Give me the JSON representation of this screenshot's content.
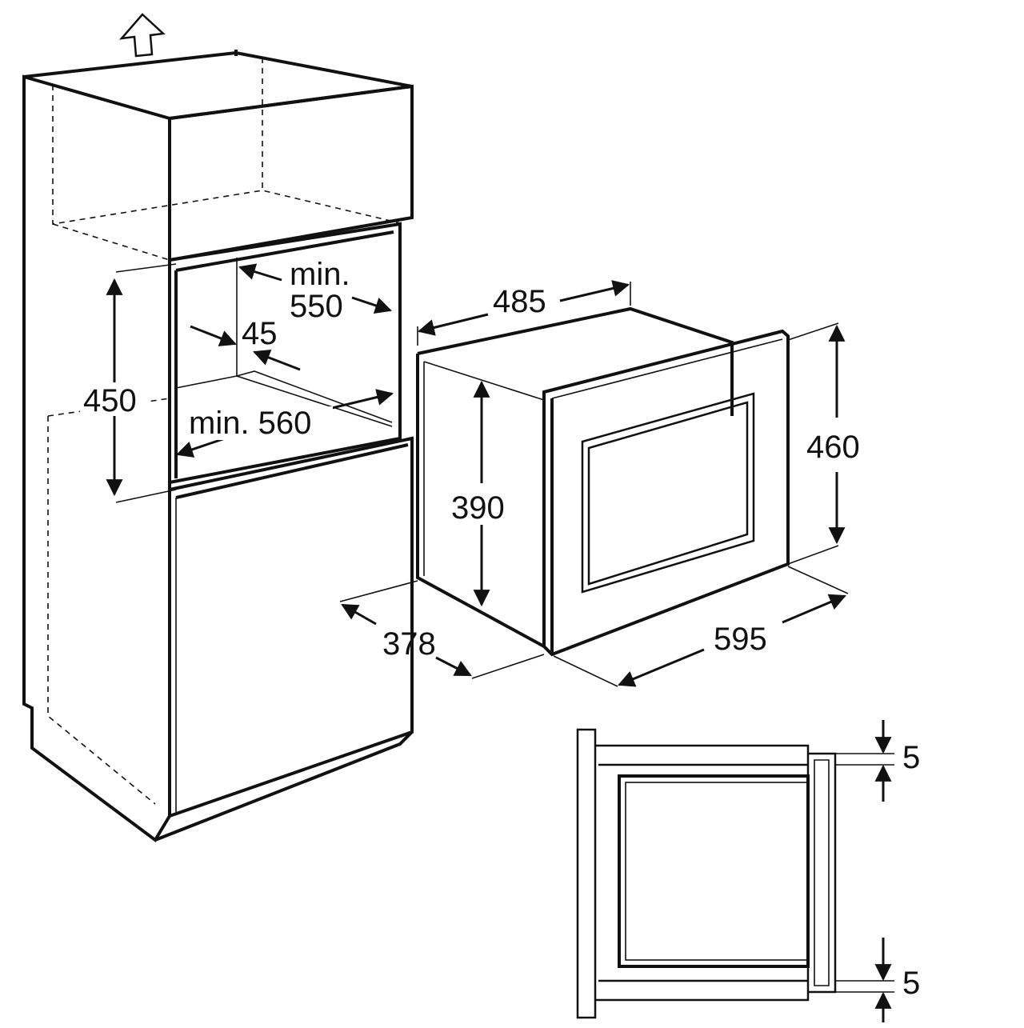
{
  "dimensions": {
    "opening_height": "450",
    "opening_depth_min_label": "min.",
    "opening_depth_min": "550",
    "offset": "45",
    "opening_width_min": "min. 560",
    "unit_depth": "485",
    "unit_height_total": "460",
    "unit_height_body": "390",
    "unit_side_depth": "378",
    "unit_width": "595",
    "gap_top": "5",
    "gap_bottom": "5"
  },
  "icons": {
    "up_arrow": "up-arrow-icon"
  }
}
